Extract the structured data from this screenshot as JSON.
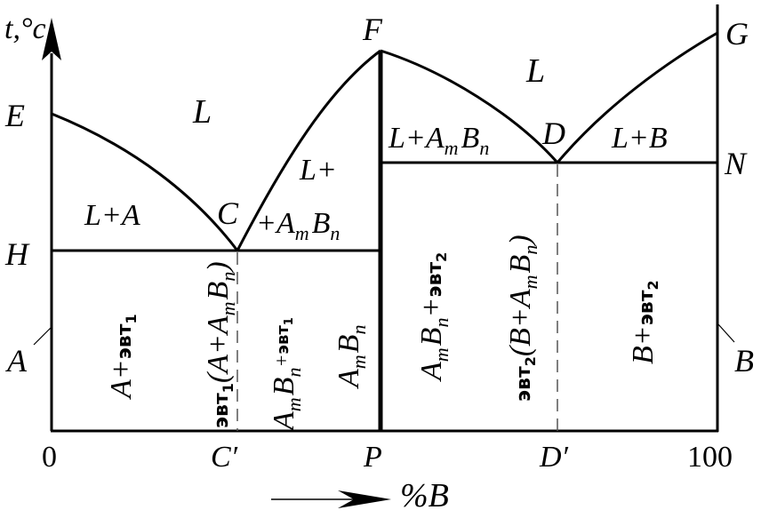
{
  "axis": {
    "y_label": "t,°c",
    "x_label": "%B"
  },
  "x_ticks": {
    "zero": "0",
    "c_prime": "C′",
    "p": "P",
    "d_prime": "D′",
    "hundred": "100"
  },
  "points": {
    "E": "E",
    "H": "H",
    "A": "A",
    "C": "C",
    "F": "F",
    "D": "D",
    "G": "G",
    "N": "N",
    "B": "B"
  },
  "regions": {
    "liquid_left": "L",
    "liquid_right": "L",
    "l_plus_a": "L+A",
    "l_plus_ambn_left_1": "L+",
    "l_plus_ambn_left_2_prefix": "+",
    "l_plus_ambn_right_prefix": "L+",
    "l_plus_b": "L+B",
    "a_plus_evt1_a": "A",
    "a_plus_evt1_plus": "+",
    "evt": "эвт",
    "sub1": "1",
    "sub2": "2",
    "evt1_mix_a": "(A+A",
    "evt1_mix_close": ")",
    "ambn_plus": "+",
    "a_letter": "A",
    "b_letter": "B",
    "m": "m",
    "n": "n",
    "evt2_mix_open": "(B+A",
    "evt2_mix_close": ")",
    "b_plus_evt2_b": "B",
    "b_plus_evt2_plus": "+"
  }
}
